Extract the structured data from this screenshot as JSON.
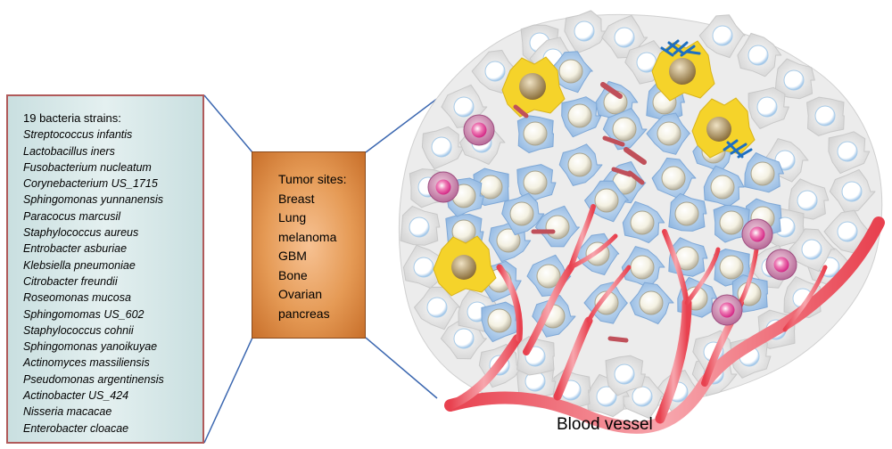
{
  "bacteria": {
    "title": "19 bacteria strains:",
    "strains": [
      "Streptococcus infantis",
      "Lactobacillus iners",
      "Fusobacterium nucleatum",
      "Corynebacterium US_1715",
      "Sphingomonas yunnanensis",
      "Paracocus marcusil",
      "Staphylococcus aureus",
      "Entrobacter asburiae",
      "Klebsiella pneumoniae",
      "Citrobacter freundii",
      "Roseomonas mucosa",
      "Sphingomomas US_602",
      "Staphylococcus cohnii",
      "Sphingomonas yanoikuyae",
      "Actinomyces massiliensis",
      "Pseudomonas argentinensis",
      "Actinobacter US_424",
      "Nisseria macacae",
      "Enterobacter cloacae"
    ]
  },
  "tumor": {
    "title": "Tumor sites:",
    "sites": [
      "Breast",
      "Lung",
      "melanoma",
      "GBM",
      "Bone",
      "Ovarian",
      "pancreas"
    ]
  },
  "vessel_label": "Blood vessel",
  "colors": {
    "bacteria_box_border": "#b05a5a",
    "bacteria_box_fill": "#d6e8e8",
    "tumor_box_fill": "#e59a55",
    "connector_line": "#3b67b0",
    "tumor_cell": "#a9c8ea",
    "normal_cell": "#e6e6e6",
    "vessel": "#e8414f",
    "macrophage": "#f5d32a",
    "immune_cell": "#c96aa0",
    "bacterium": "#c0505a"
  }
}
